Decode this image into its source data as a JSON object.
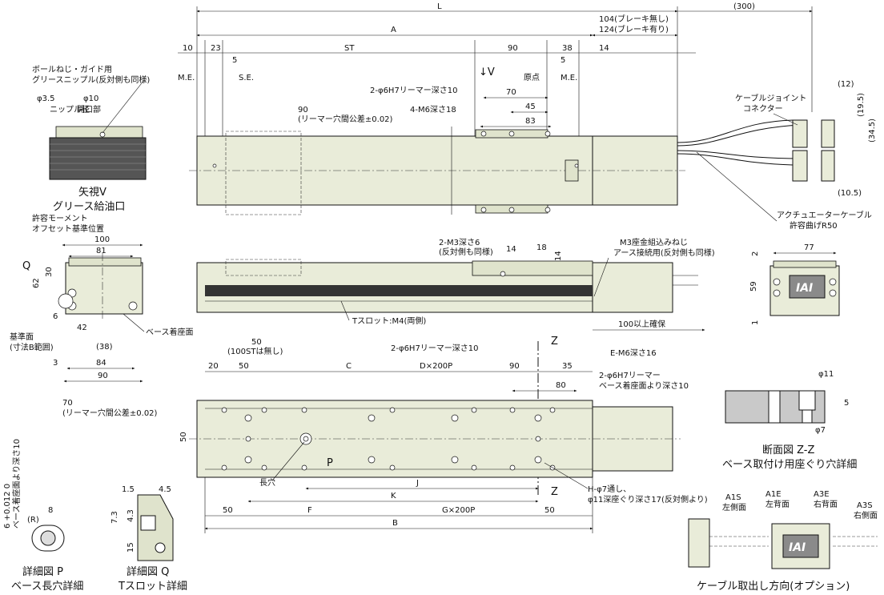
{
  "dims": {
    "L": "L",
    "A": "A",
    "ST": "ST",
    "d300": "(300)",
    "brake_none": "104(ブレーキ無し)",
    "brake_with": "124(ブレーキ有り)",
    "d10": "10",
    "d23": "23",
    "d5a": "5",
    "d90": "90",
    "d38": "38",
    "d5b": "5",
    "d14": "14",
    "ME": "M.E.",
    "SE": "S.E.",
    "ME2": "M.E.",
    "origin": "原点",
    "V": "↓V",
    "ream1": "2-φ6H7リーマー深さ10",
    "m6": "4-M6深さ18",
    "d70": "70",
    "d45": "45",
    "d83": "83",
    "tol90": "90",
    "tol90b": "(リーマー穴間公差±0.02)",
    "d12": "(12)",
    "d195": "(19.5)",
    "d345": "(34.5)",
    "d105": "(10.5)",
    "cable_joint1": "ケーブルジョイント",
    "cable_joint2": "コネクター",
    "actuator_cable1": "アクチュエーターケーブル",
    "actuator_cable2": "許容曲げR50"
  },
  "grease": {
    "note1": "ボールねじ・ガイド用",
    "note2": "グリースニップル(反対側も同様)",
    "d35a": "φ3.5",
    "d35b": "ニップル径",
    "d10a": "φ10",
    "d10b": "開口部",
    "title1": "矢視V",
    "title2": "グリース給油口"
  },
  "side": {
    "m3": "2-M3深さ6",
    "m3b": "(反対側も同様)",
    "d14": "14",
    "d18": "18",
    "d14b": "14",
    "earth1": "M3座金組込みねじ",
    "earth2": "アース接続用(反対側も同様)",
    "tslot": "Tスロット:M4(両側)",
    "secure": "100以上確保"
  },
  "end": {
    "moment1": "許容モーメント",
    "moment2": "オフセット基準位置",
    "d100": "100",
    "d81": "81",
    "Q": "Q",
    "d30": "30",
    "d62": "62",
    "d6": "6",
    "d42": "42",
    "d38": "(38)",
    "d84": "84",
    "d90": "90",
    "d3": "3",
    "ref1": "基準面",
    "ref2": "(寸法B範囲)",
    "base": "ベース着座面"
  },
  "right_end": {
    "d77": "77",
    "d2": "2",
    "d59": "59",
    "d1": "1",
    "logo": "IAI"
  },
  "bottom": {
    "d50": "50",
    "d50b": "(100STは無し)",
    "d20": "20",
    "d50c": "50",
    "C": "C",
    "D": "D×200P",
    "d90": "90",
    "d35": "35",
    "d80": "80",
    "ream": "2-φ6H7リーマー深さ10",
    "em6": "E-M6深さ16",
    "ream2a": "2-φ6H7リーマー",
    "ream2b": "ベース着座面より深さ10",
    "d70": "70",
    "d70b": "(リーマー穴間公差±0.02)",
    "d50v": "50",
    "P": "P",
    "slot": "長穴",
    "J": "J",
    "K": "K",
    "d50d": "50",
    "F": "F",
    "G": "G×200P",
    "d50e": "50",
    "B": "B",
    "Z1": "Z",
    "Z2": "Z",
    "H1": "H-φ7通し、",
    "H2": "φ11深座ぐり深さ17(反対側より)"
  },
  "section": {
    "d11": "φ11",
    "d5": "5",
    "d7": "φ7",
    "title1": "断面図 Z-Z",
    "title2": "ベース取付け用座ぐり穴詳細"
  },
  "detailP": {
    "tol": "6 +0.012 0",
    "note": "ベース着座面より深さ10",
    "d8": "8",
    "R": "(R)",
    "title1": "詳細図 P",
    "title2": "ベース長穴詳細"
  },
  "detailQ": {
    "d15": "1.5",
    "d45": "4.5",
    "d73": "7.3",
    "d43": "4.3",
    "d15b": "15",
    "title1": "詳細図 Q",
    "title2": "Tスロット詳細"
  },
  "cable_dir": {
    "a1s": "A1S",
    "a1s2": "左側面",
    "a1e": "A1E",
    "a1e2": "左背面",
    "a3e": "A3E",
    "a3e2": "右背面",
    "a3s": "A3S",
    "a3s2": "右側面",
    "title": "ケーブル取出し方向(オプション)"
  }
}
